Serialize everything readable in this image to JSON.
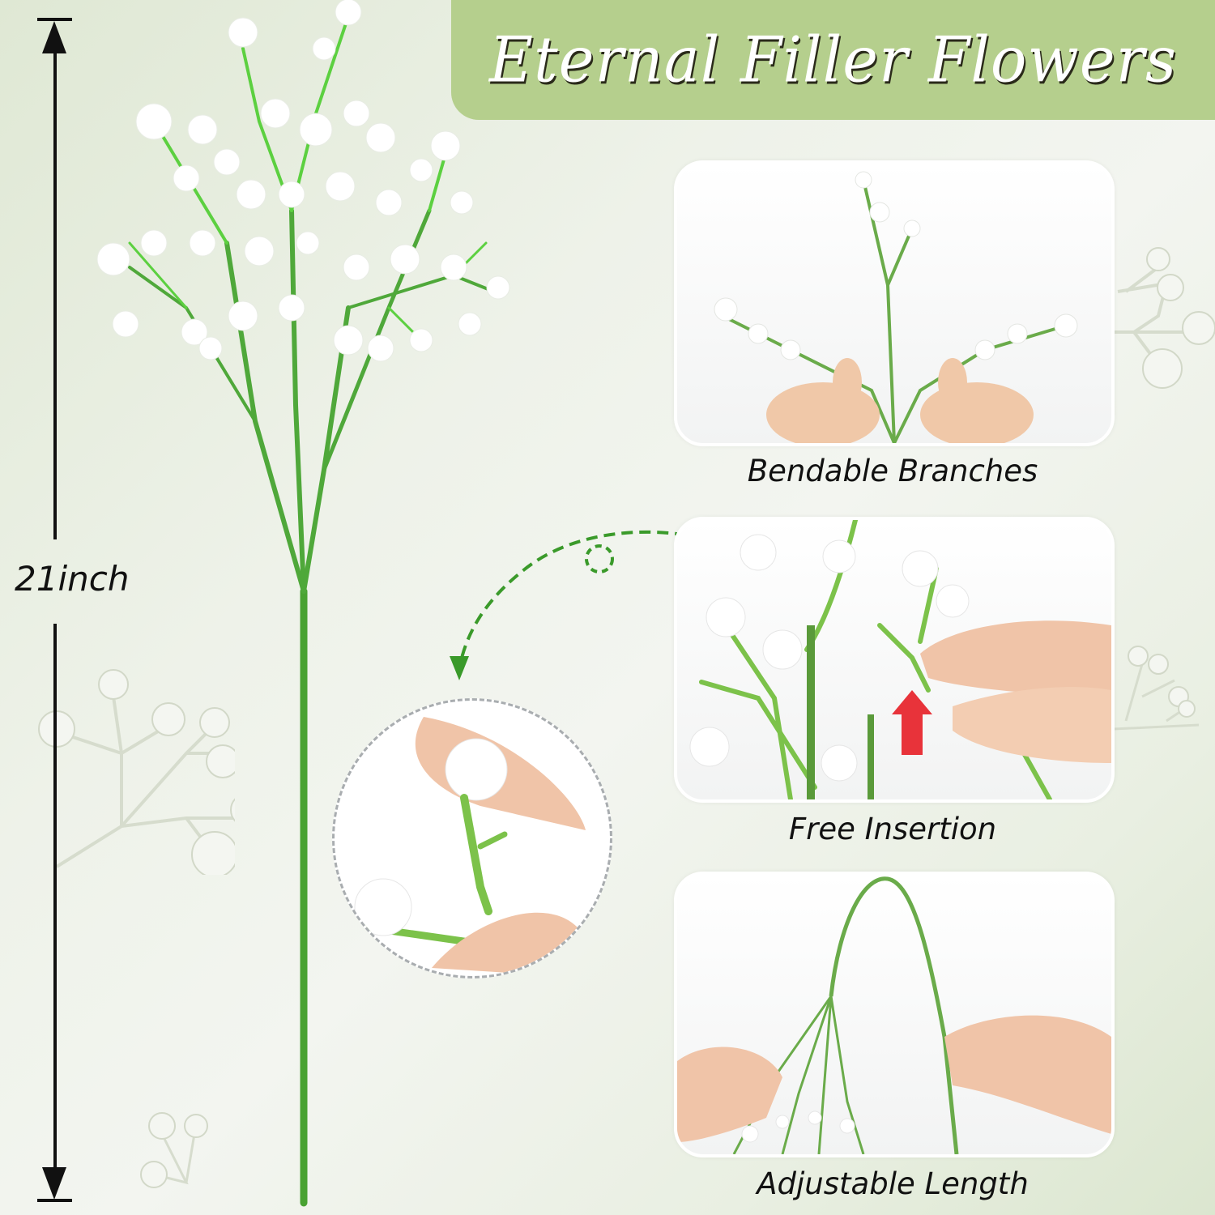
{
  "title": "Eternal Filler Flowers",
  "measurement": {
    "label": "21inch"
  },
  "features": [
    {
      "caption": "Bendable Branches"
    },
    {
      "caption": "Free Insertion"
    },
    {
      "caption": "Adjustable Length"
    }
  ],
  "colors": {
    "banner": "#b5cf8d",
    "stem_green": "#5cc03a",
    "dark_stem": "#5a9a3a",
    "arrow_green": "#3a9a2a",
    "red_arrow": "#e8333a",
    "flower_white": "#ffffff"
  },
  "icons": {
    "measure_arrow_up": "arrow-up-icon",
    "measure_arrow_down": "arrow-down-icon",
    "dashed_curve_arrow": "curved-dashed-arrow-icon",
    "red_up_arrow": "red-up-arrow-icon"
  }
}
